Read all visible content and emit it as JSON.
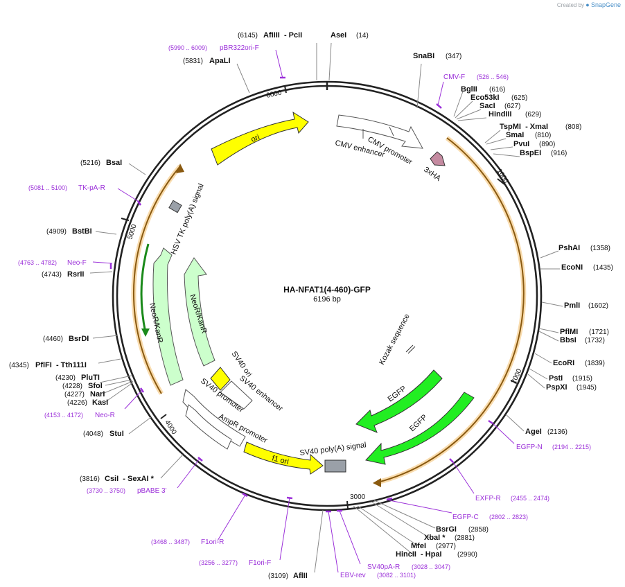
{
  "credit": {
    "prefix": "Created by",
    "brand": "SnapGene"
  },
  "plasmid": {
    "name": "HA-NFAT1(4-460)-GFP",
    "size_label": "6196 bp",
    "length": 6196
  },
  "ticks": [
    {
      "pos": 0,
      "label": ""
    },
    {
      "pos": 1000,
      "label": "1000"
    },
    {
      "pos": 2000,
      "label": "2000"
    },
    {
      "pos": 3000,
      "label": "3000"
    },
    {
      "pos": 4000,
      "label": "4000"
    },
    {
      "pos": 5000,
      "label": "5000"
    },
    {
      "pos": 6000,
      "label": "6000"
    }
  ],
  "colors": {
    "backbone": "#222222",
    "insert": "#f5a623",
    "ori": "#ffff00",
    "gfp": "#22ee22",
    "neo": "#ccffcc",
    "promoter": "#ffffff",
    "tag": "#c48aa0",
    "polyA": "#9aa0a8",
    "primer": "#9b30d9"
  },
  "sites": [
    {
      "name": "AfIIII  - PciI",
      "pos": "(6145)",
      "side": "left"
    },
    {
      "name": "AseI",
      "pos": "(14)",
      "side": "right"
    },
    {
      "name": "SnaBI",
      "pos": "(347)",
      "side": "right"
    },
    {
      "name": "BglII",
      "pos": "(616)",
      "side": "right"
    },
    {
      "name": "Eco53kI",
      "pos": "(625)",
      "side": "right"
    },
    {
      "name": "SacI",
      "pos": "(627)",
      "side": "right"
    },
    {
      "name": "HindIII",
      "pos": "(629)",
      "side": "right"
    },
    {
      "name": "TspMI  - XmaI",
      "pos": "(808)",
      "side": "right"
    },
    {
      "name": "SmaI",
      "pos": "(810)",
      "side": "right"
    },
    {
      "name": "PvuI",
      "pos": "(890)",
      "side": "right"
    },
    {
      "name": "BspEI",
      "pos": "(916)",
      "side": "right"
    },
    {
      "name": "PshAI",
      "pos": "(1358)",
      "side": "right"
    },
    {
      "name": "EcoNI",
      "pos": "(1435)",
      "side": "right"
    },
    {
      "name": "PmlI",
      "pos": "(1602)",
      "side": "right"
    },
    {
      "name": "PflMI",
      "pos": "(1721)",
      "side": "right"
    },
    {
      "name": "BbsI",
      "pos": "(1732)",
      "side": "right"
    },
    {
      "name": "EcoRI",
      "pos": "(1839)",
      "side": "right"
    },
    {
      "name": "PstI",
      "pos": "(1915)",
      "side": "right"
    },
    {
      "name": "PspXI",
      "pos": "(1945)",
      "side": "right"
    },
    {
      "name": "AgeI",
      "pos": "(2136)",
      "side": "right"
    },
    {
      "name": "BsrGI",
      "pos": "(2858)",
      "side": "right"
    },
    {
      "name": "XbaI *",
      "pos": "(2881)",
      "side": "right"
    },
    {
      "name": "MfeI",
      "pos": "(2977)",
      "side": "right"
    },
    {
      "name": "HincII  - HpaI",
      "pos": "(2990)",
      "side": "right"
    },
    {
      "name": "AflII",
      "pos": "(3109)",
      "side": "left"
    },
    {
      "name": "CsiI  - SexAI *",
      "pos": "(3816)",
      "side": "left"
    },
    {
      "name": "StuI",
      "pos": "(4048)",
      "side": "left"
    },
    {
      "name": "KasI",
      "pos": "(4226)",
      "side": "left"
    },
    {
      "name": "NarI",
      "pos": "(4227)",
      "side": "left"
    },
    {
      "name": "SfoI",
      "pos": "(4228)",
      "side": "left"
    },
    {
      "name": "PluTI",
      "pos": "(4230)",
      "side": "left"
    },
    {
      "name": "PflFI  - Tth111I",
      "pos": "(4345)",
      "side": "left"
    },
    {
      "name": "BsrDI",
      "pos": "(4460)",
      "side": "left"
    },
    {
      "name": "RsrII",
      "pos": "(4743)",
      "side": "left"
    },
    {
      "name": "BstBI",
      "pos": "(4909)",
      "side": "left"
    },
    {
      "name": "BsaI",
      "pos": "(5216)",
      "side": "left"
    },
    {
      "name": "ApaLI",
      "pos": "(5831)",
      "side": "left"
    }
  ],
  "primers": [
    {
      "name": "pBR322ori-F",
      "pos": "(5990 .. 6009)",
      "side": "left"
    },
    {
      "name": "CMV-F",
      "pos": "(526 .. 546)",
      "side": "right"
    },
    {
      "name": "EGFP-N",
      "pos": "(2194 .. 2215)",
      "side": "right"
    },
    {
      "name": "EXFP-R",
      "pos": "(2455 .. 2474)",
      "side": "right"
    },
    {
      "name": "EGFP-C",
      "pos": "(2802 .. 2823)",
      "side": "right"
    },
    {
      "name": "SV40pA-R",
      "pos": "(3028 .. 3047)",
      "side": "right"
    },
    {
      "name": "EBV-rev",
      "pos": "(3082 .. 3101)",
      "side": "right"
    },
    {
      "name": "F1ori-F",
      "pos": "(3256 .. 3277)",
      "side": "left"
    },
    {
      "name": "F1ori-R",
      "pos": "(3468 .. 3487)",
      "side": "left"
    },
    {
      "name": "pBABE 3'",
      "pos": "(3730 .. 3750)",
      "side": "left"
    },
    {
      "name": "Neo-R",
      "pos": "(4153 .. 4172)",
      "side": "left"
    },
    {
      "name": "Neo-F",
      "pos": "(4763 .. 4782)",
      "side": "left"
    },
    {
      "name": "TK-pA-R",
      "pos": "(5081 .. 5100)",
      "side": "left"
    }
  ],
  "features": [
    {
      "label": "ori"
    },
    {
      "label": "CMV enhancer"
    },
    {
      "label": "CMV promoter"
    },
    {
      "label": "3xHA"
    },
    {
      "label": "HSV TK poly(A) signal"
    },
    {
      "label": "NeoR/KanR"
    },
    {
      "label": "NeoR/KanR"
    },
    {
      "label": "SV40 ori"
    },
    {
      "label": "SV40 enhancer"
    },
    {
      "label": "SV40 promoter"
    },
    {
      "label": "AmpR promoter"
    },
    {
      "label": "f1 ori"
    },
    {
      "label": "SV40 poly(A) signal"
    },
    {
      "label": "Kozak sequence"
    },
    {
      "label": "EGFP"
    },
    {
      "label": "EGFP"
    }
  ]
}
